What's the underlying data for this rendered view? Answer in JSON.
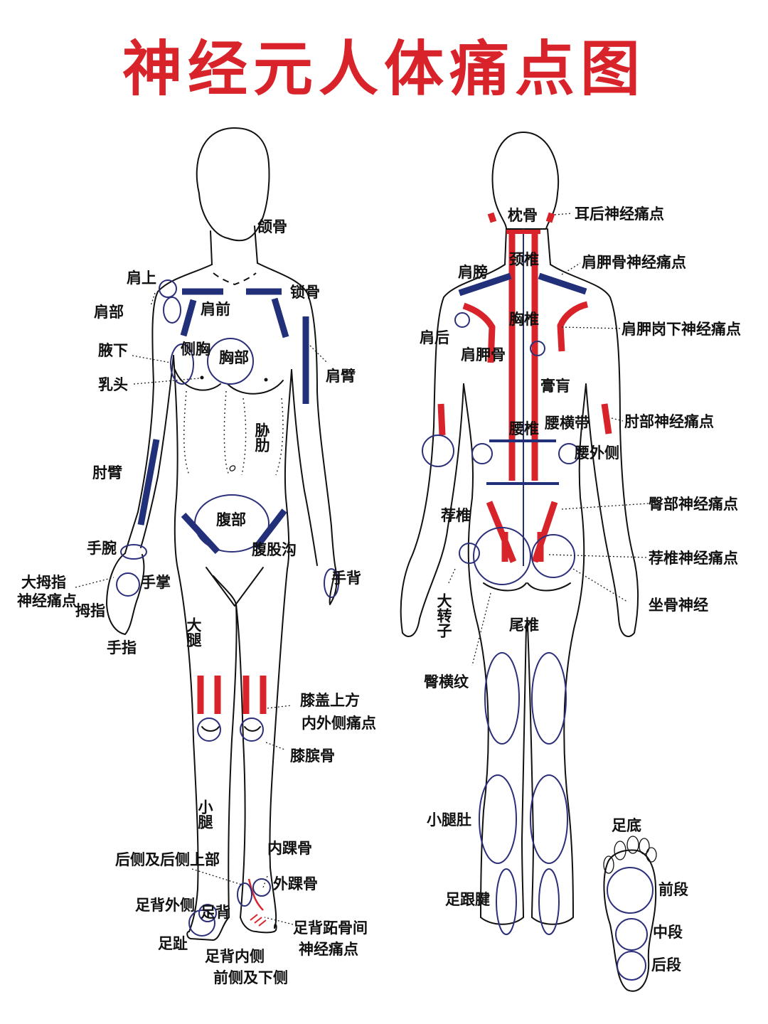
{
  "title": "神经元人体痛点图",
  "colors": {
    "title": "#d8232a",
    "pain_red": "#d8232a",
    "pain_blue": "#22307a",
    "outline": "#111111"
  },
  "front_labels": {
    "jaw": "颌骨",
    "shoulder_top": "肩上",
    "clavicle": "锁骨",
    "shoulder": "肩部",
    "shoulder_front": "肩前",
    "armpit": "腋下",
    "side_chest": "侧胸",
    "chest": "胸部",
    "upper_arm": "肩臂",
    "nipple": "乳头",
    "ribs": "胁肋",
    "forearm": "肘臂",
    "abdomen": "腹部",
    "wrist": "手腕",
    "groin": "腹股沟",
    "thumb_nerve_1": "大拇指",
    "thumb_nerve_2": "神经痛点",
    "palm": "手掌",
    "hand_back": "手背",
    "thumb": "拇指",
    "finger": "手指",
    "thigh": "大腿",
    "knee_above": "膝盖上方",
    "knee_sides": "内外侧痛点",
    "patella": "膝膑骨",
    "calf": "小腿",
    "inner_ankle": "内踝骨",
    "rear_upper": "后侧及后侧上部",
    "outer_ankle": "外踝骨",
    "dorsum_outer": "足背外侧",
    "dorsum": "足背",
    "toe": "足趾",
    "metatarsal_1": "足背跖骨间",
    "metatarsal_2": "神经痛点",
    "dorsum_inner": "足背内侧",
    "front_lower": "前侧及下侧"
  },
  "back_labels": {
    "occipital": "枕骨",
    "ear_nerve": "耳后神经痛点",
    "cervical": "颈椎",
    "shoulder_blade_upper": "肩膀",
    "scapula_nerve": "肩胛骨神经痛点",
    "thoracic": "胸椎",
    "rear_shoulder": "肩后",
    "subspinal_nerve": "肩胛岗下神经痛点",
    "scapula": "肩胛骨",
    "gaohuang": "膏肓",
    "lumbar": "腰椎",
    "waist_band": "腰横带",
    "elbow_nerve": "肘部神经痛点",
    "waist_outer": "腰外侧",
    "gluteal_nerve": "臀部神经痛点",
    "sacral": "荐椎",
    "sacral_nerve": "荐椎神经痛点",
    "trochanter": "大转子",
    "sciatic": "坐骨神经",
    "coccyx": "尾椎",
    "gluteal_fold": "臀横纹",
    "calf_belly": "小腿肚",
    "achilles": "足跟腱"
  },
  "sole_labels": {
    "sole": "足底",
    "front": "前段",
    "middle": "中段",
    "rear": "后段"
  }
}
